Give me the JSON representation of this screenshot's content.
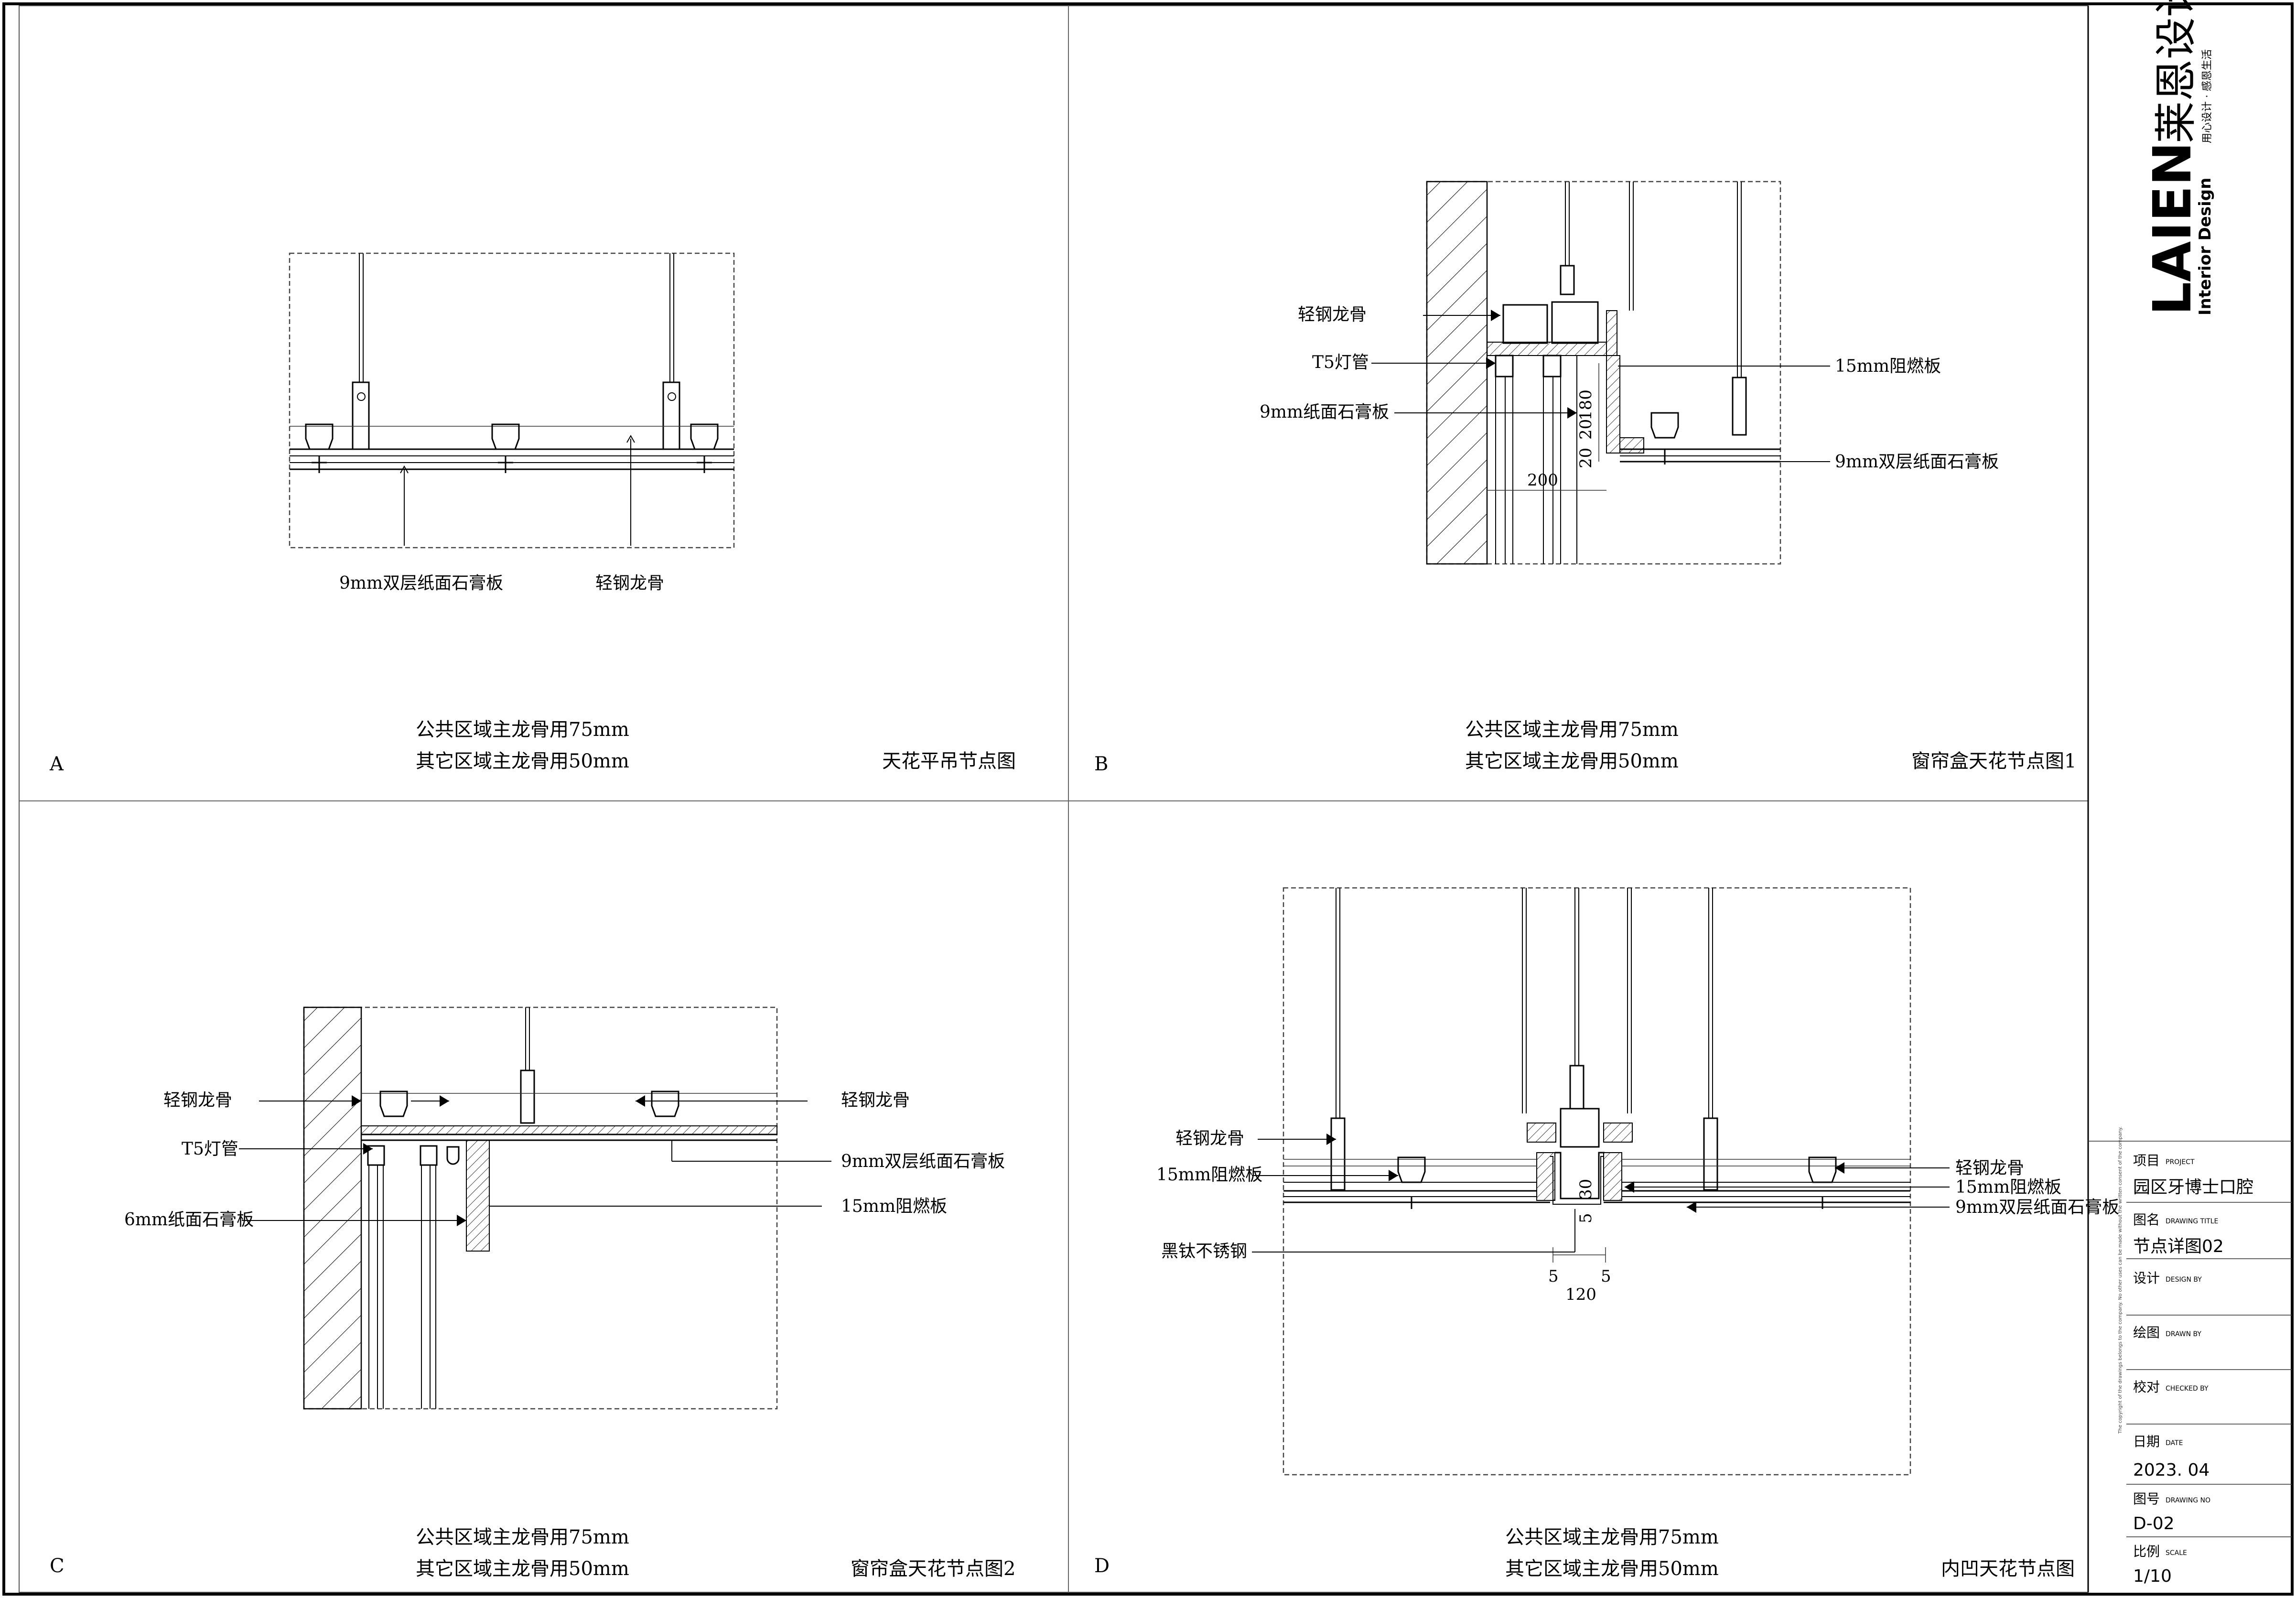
{
  "panels": {
    "A": {
      "letter": "A",
      "note1": "公共区域主龙骨用75mm",
      "note2": "其它区域主龙骨用50mm",
      "title": "天花平吊节点图",
      "labels": {
        "board": "9mm双层纸面石膏板",
        "keel": "轻钢龙骨"
      }
    },
    "B": {
      "letter": "B",
      "note1": "公共区域主龙骨用75mm",
      "note2": "其它区域主龙骨用50mm",
      "title": "窗帘盒天花节点图1",
      "labels": {
        "keel": "轻钢龙骨",
        "t5": "T5灯管",
        "board9": "9mm纸面石膏板",
        "fire15": "15mm阻燃板",
        "board9double": "9mm双层纸面石膏板"
      },
      "dims": {
        "d180": "180",
        "d20a": "20",
        "d20b": "20",
        "d200": "200"
      }
    },
    "C": {
      "letter": "C",
      "note1": "公共区域主龙骨用75mm",
      "note2": "其它区域主龙骨用50mm",
      "title": "窗帘盒天花节点图2",
      "labels": {
        "keelL": "轻钢龙骨",
        "keelR": "轻钢龙骨",
        "t5": "T5灯管",
        "board9double": "9mm双层纸面石膏板",
        "board6": "6mm纸面石膏板",
        "fire15": "15mm阻燃板"
      }
    },
    "D": {
      "letter": "D",
      "note1": "公共区域主龙骨用75mm",
      "note2": "其它区域主龙骨用50mm",
      "title": "内凹天花节点图",
      "labels": {
        "keelL": "轻钢龙骨",
        "fireL": "15mm阻燃板",
        "steel": "黑钛不锈钢",
        "keelR": "轻钢龙骨",
        "fireR": "15mm阻燃板",
        "boardR": "9mm双层纸面石膏板"
      },
      "dims": {
        "d30": "30",
        "d5a": "5",
        "d5top": "5",
        "d5b": "5",
        "d120": "120"
      }
    }
  },
  "title_block": {
    "brand_cn": "莱恩设计",
    "brand_en": "Interior Design",
    "brand_logo": "LAIEN",
    "brand_slogan": "用心设计 · 感恩生活",
    "copyright": "The copyright of the drawings belongs to the company. No other uses can be made without the written consent of the company.",
    "project_label": "项目",
    "project_label_en": "PROJECT",
    "project_value": "园区牙博士口腔",
    "title_label": "图名",
    "title_label_en": "DRAWING TITLE",
    "title_value": "节点详图02",
    "design_label": "设计",
    "design_label_en": "DESIGN BY",
    "drawn_label": "绘图",
    "drawn_label_en": "DRAWN BY",
    "checked_label": "校对",
    "checked_label_en": "CHECKED BY",
    "date_label": "日期",
    "date_label_en": "DATE",
    "date_value": "2023. 04",
    "no_label": "图号",
    "no_label_en": "DRAWING NO",
    "no_value": "D-02",
    "scale_label": "比例",
    "scale_label_en": "SCALE",
    "scale_value": "1/10"
  }
}
